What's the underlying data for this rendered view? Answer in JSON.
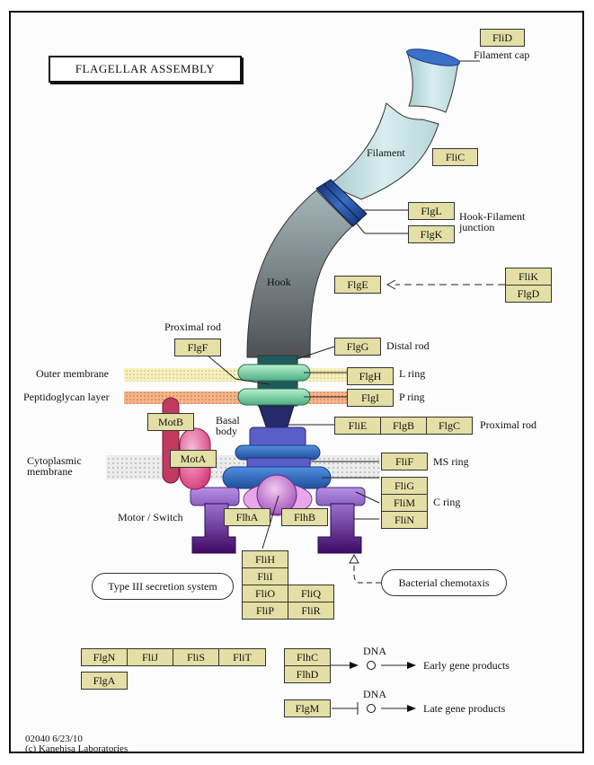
{
  "title": "FLAGELLAR ASSEMBLY",
  "map_id": "02040 6/23/10",
  "copyright": "(c) Kanehisa Laboratories",
  "structure_labels": {
    "filament_cap": "Filament cap",
    "filament": "Filament",
    "hook_filament_junction_line1": "Hook-Filament",
    "hook_filament_junction_line2": "junction",
    "hook": "Hook",
    "proximal_rod_top": "Proximal rod",
    "distal_rod": "Distal rod",
    "outer_membrane": "Outer membrane",
    "l_ring": "L ring",
    "peptidoglycan_layer": "Peptidoglycan layer",
    "p_ring": "P ring",
    "basal_body_line1": "Basal",
    "basal_body_line2": "body",
    "proximal_rod_right": "Proximal rod",
    "cytoplasmic_membrane_line1": "Cytoplasmic",
    "cytoplasmic_membrane_line2": "membrane",
    "ms_ring": "MS ring",
    "c_ring": "C ring",
    "motor_switch": "Motor / Switch",
    "dna_early": "DNA",
    "dna_late": "DNA",
    "early_gene_products": "Early gene products",
    "late_gene_products": "Late gene products"
  },
  "pathway_links": {
    "type3": "Type III secretion system",
    "chemotaxis": "Bacterial chemotaxis"
  },
  "genes": {
    "FliD": "FliD",
    "FliC": "FliC",
    "FlgL": "FlgL",
    "FlgK": "FlgK",
    "FlgE": "FlgE",
    "FliK": "FliK",
    "FlgD": "FlgD",
    "FlgF": "FlgF",
    "FlgG": "FlgG",
    "FlgH": "FlgH",
    "FlgI": "FlgI",
    "MotB": "MotB",
    "MotA": "MotA",
    "FliE": "FliE",
    "FlgB": "FlgB",
    "FlgC": "FlgC",
    "FliF": "FliF",
    "FliG": "FliG",
    "FliM": "FliM",
    "FliN": "FliN",
    "FlhA": "FlhA",
    "FlhB": "FlhB",
    "FliH": "FliH",
    "FliI": "FliI",
    "FliO": "FliO",
    "FliQ": "FliQ",
    "FliP": "FliP",
    "FliR": "FliR",
    "FlgN": "FlgN",
    "FliJ": "FliJ",
    "FliS": "FliS",
    "FliT": "FliT",
    "FlgA": "FlgA",
    "FlhC": "FlhC",
    "FlhD": "FlhD",
    "FlgM": "FlgM"
  },
  "colors": {
    "gene_fill": "#e3dfa5",
    "filament": "#c9e2e4",
    "junction": "#1c3f8c",
    "hook": "#6d7479",
    "rod": "#1f5a5c",
    "lp_ring": "#8fdcb0",
    "basal": "#3c3f9a",
    "ms_ring": "#2f6cc0",
    "c_ring": "#a07ad0",
    "motor_dark": "#4a0f6e",
    "mota": "#e0508a",
    "motb": "#c03a62",
    "outer_membrane": "#f2eaa8",
    "peptidoglycan": "#f0a878",
    "cytoplasmic_membrane": "#d8d8d8"
  }
}
